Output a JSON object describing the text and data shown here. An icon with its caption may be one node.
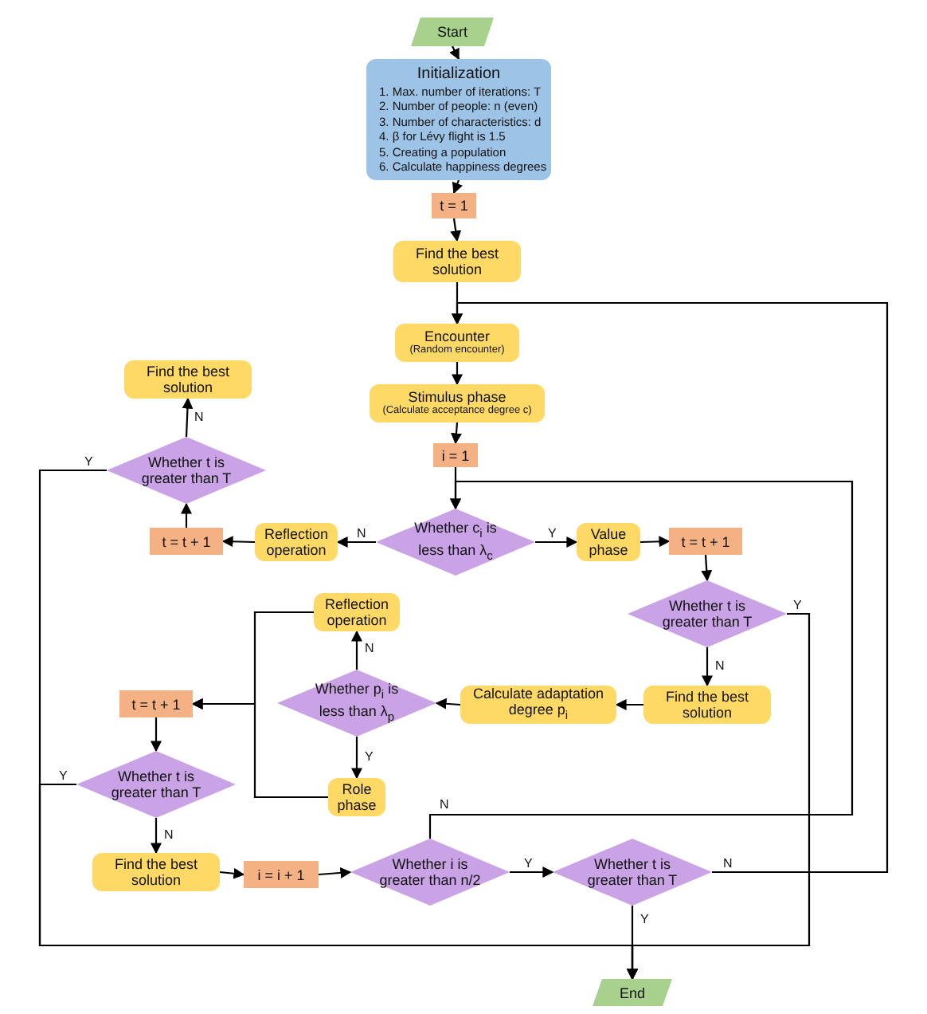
{
  "diagram": {
    "nodes": [
      {
        "text": [
          "Start"
        ]
      },
      {
        "text": [
          "Initialization",
          "1. Max. number of iterations: T",
          "2. Number of people: n (even)",
          "3. Number of characteristics: d",
          "4. β for Lévy flight is 1.5",
          "5. Creating a population",
          "6. Calculate happiness degrees"
        ]
      },
      {
        "text": [
          "t = 1"
        ]
      },
      {
        "text": [
          "Find the best solution"
        ]
      },
      {
        "text": [
          "Encounter",
          "(Random encounter)"
        ]
      },
      {
        "text": [
          "Stimulus phase",
          "(Calculate acceptance degree c)"
        ]
      },
      {
        "text": [
          "i = 1"
        ]
      },
      {
        "text": [
          "Whether c$_{i}$ is less than λ$_{c}$"
        ]
      },
      {
        "text": [
          "Reflection operation"
        ]
      },
      {
        "text": [
          "t = t + 1"
        ]
      },
      {
        "text": [
          "Whether t is greater than T"
        ]
      },
      {
        "text": [
          "Find the best solution"
        ]
      },
      {
        "text": [
          "Value phase"
        ]
      },
      {
        "text": [
          "t = t + 1"
        ]
      },
      {
        "text": [
          "Whether t is greater than T"
        ]
      },
      {
        "text": [
          "Find the best solution"
        ]
      },
      {
        "text": [
          "Calculate adaptation degree p$_{i}$"
        ]
      },
      {
        "text": [
          "Whether p$_{i}$ is less than λ$_{p}$"
        ]
      },
      {
        "text": [
          "Reflection operation"
        ]
      },
      {
        "text": [
          "Role phase"
        ]
      },
      {
        "text": [
          "t = t + 1"
        ]
      },
      {
        "text": [
          "Whether t is greater than T"
        ]
      },
      {
        "text": [
          "Find the best solution"
        ]
      },
      {
        "text": [
          "i = i + 1"
        ]
      },
      {
        "text": [
          "Whether i is greater than n/2"
        ]
      },
      {
        "text": [
          "Whether t is greater than T"
        ]
      },
      {
        "text": [
          "End"
        ]
      }
    ],
    "edges": [
      {
        "from": 0,
        "to": 1,
        "arrow": "to"
      },
      {
        "from": 1,
        "to": 2,
        "arrow": "to"
      },
      {
        "from": 2,
        "to": 3,
        "arrow": "to"
      },
      {
        "from": 3,
        "to": 4,
        "arrow": "to"
      },
      {
        "from": 4,
        "to": 5,
        "arrow": "to"
      },
      {
        "from": 5,
        "to": 6,
        "arrow": "to"
      },
      {
        "from": 6,
        "to": 7,
        "arrow": "to"
      },
      {
        "from": 7,
        "to": 8,
        "arrow": "to",
        "label": "N"
      },
      {
        "from": 8,
        "to": 9,
        "arrow": "to"
      },
      {
        "from": 9,
        "to": 10,
        "arrow": "to"
      },
      {
        "from": 10,
        "to": 11,
        "arrow": "to",
        "label": "N"
      },
      {
        "from": 10,
        "to": 26,
        "arrow": "to",
        "label": "Y"
      },
      {
        "from": 7,
        "to": 12,
        "arrow": "to",
        "label": "Y"
      },
      {
        "from": 12,
        "to": 13,
        "arrow": "to"
      },
      {
        "from": 13,
        "to": 14,
        "arrow": "to"
      },
      {
        "from": 14,
        "to": 26,
        "arrow": "to",
        "label": "Y"
      },
      {
        "from": 14,
        "to": 15,
        "arrow": "to",
        "label": "N"
      },
      {
        "from": 15,
        "to": 16,
        "arrow": "to"
      },
      {
        "from": 16,
        "to": 17,
        "arrow": "to"
      },
      {
        "from": 17,
        "to": 18,
        "arrow": "to",
        "label": "N"
      },
      {
        "from": 17,
        "to": 19,
        "arrow": "to",
        "label": "Y"
      },
      {
        "from": 18,
        "to": 20,
        "arrow": "to"
      },
      {
        "from": 19,
        "to": 20,
        "arrow": "to"
      },
      {
        "from": 20,
        "to": 21,
        "arrow": "to"
      },
      {
        "from": 21,
        "to": 26,
        "arrow": "to",
        "label": "Y"
      },
      {
        "from": 21,
        "to": 22,
        "arrow": "to",
        "label": "N"
      },
      {
        "from": 22,
        "to": 23,
        "arrow": "to"
      },
      {
        "from": 23,
        "to": 24,
        "arrow": "to"
      },
      {
        "from": 24,
        "to": 7,
        "arrow": "to",
        "label": "N"
      },
      {
        "from": 24,
        "to": 25,
        "arrow": "to",
        "label": "Y"
      },
      {
        "from": 25,
        "to": 4,
        "arrow": "to",
        "label": "N"
      },
      {
        "from": 25,
        "to": 26,
        "arrow": "to",
        "label": "Y"
      }
    ]
  }
}
